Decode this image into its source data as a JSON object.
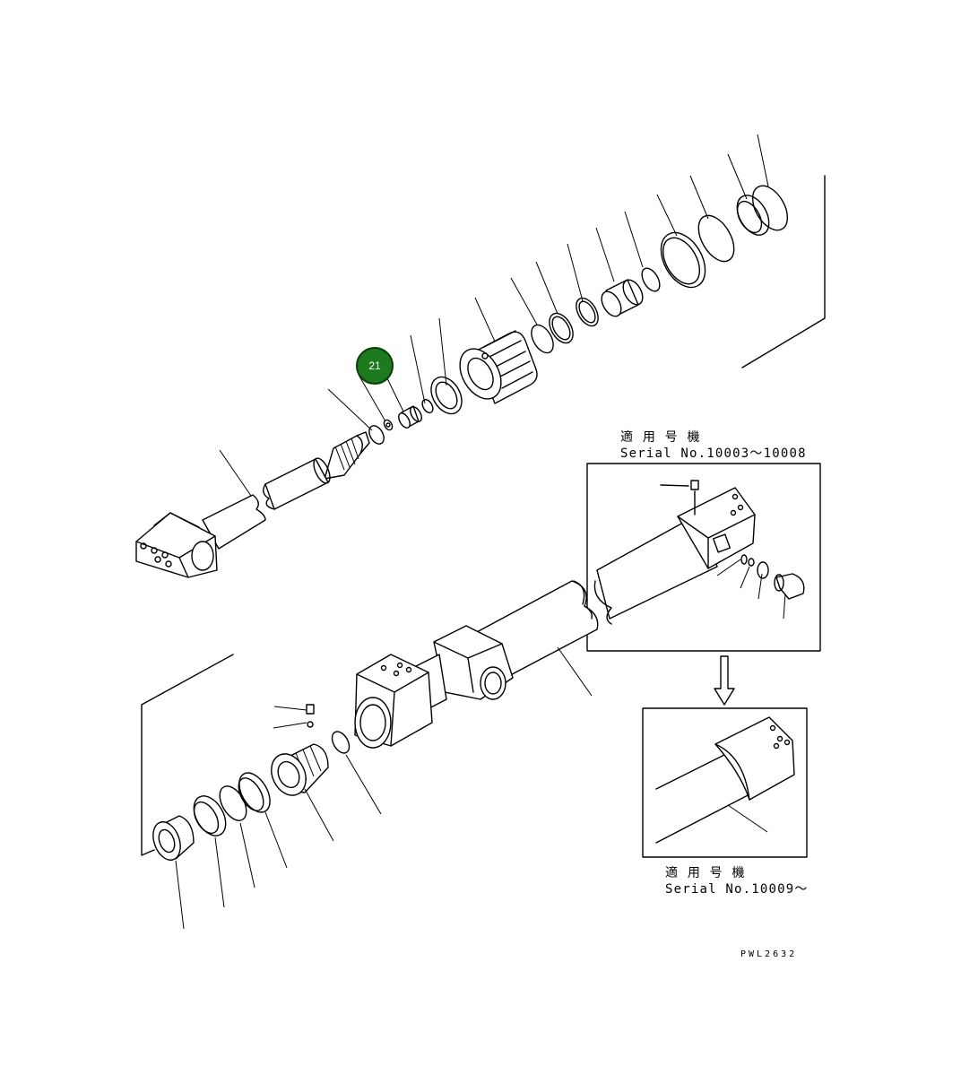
{
  "callout": {
    "number": "21",
    "color": "#1e7a1e"
  },
  "inset_top": {
    "applicability_label": "適 用 号 機",
    "serial_label": "Serial No.10003～10008"
  },
  "inset_bottom": {
    "applicability_label": "適 用 号 機",
    "serial_label": "Serial No.10009～"
  },
  "drawing_code": "PWL2632"
}
